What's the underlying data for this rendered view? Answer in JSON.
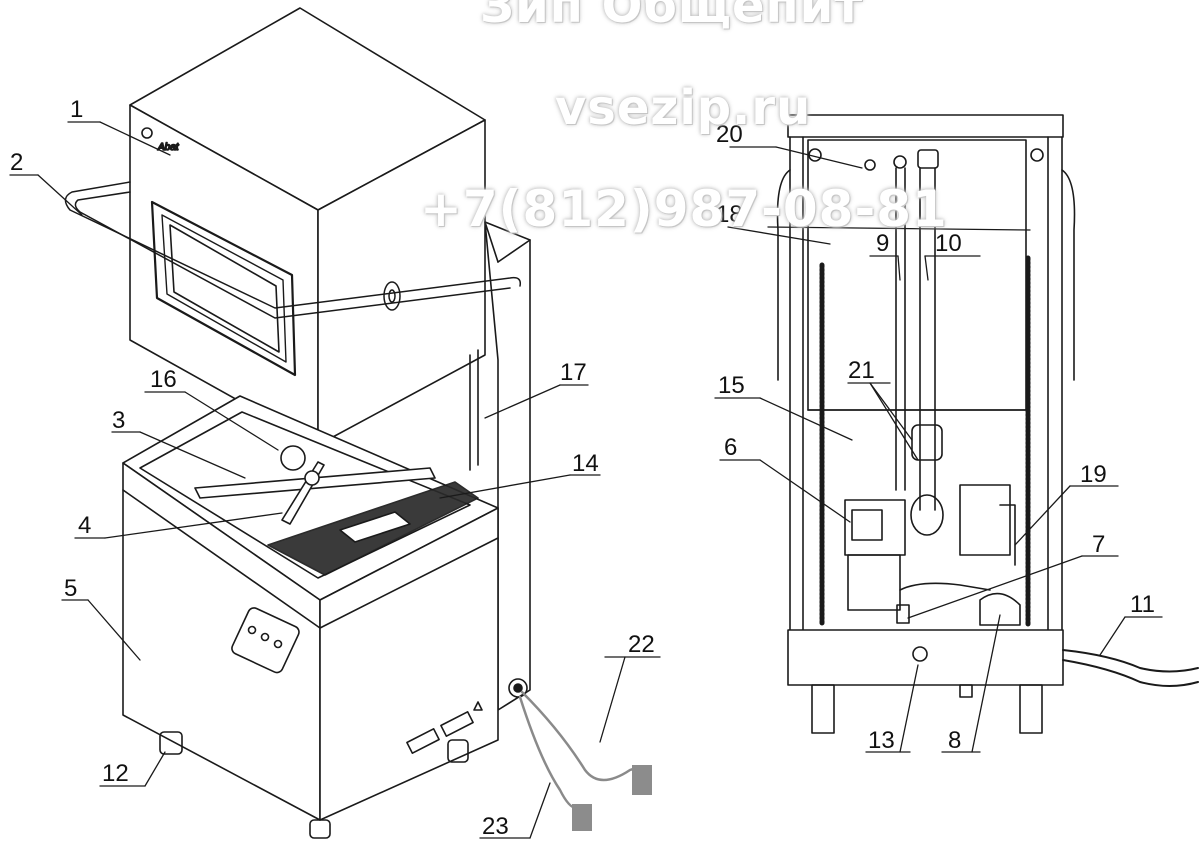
{
  "watermark": {
    "line1": "Зип Общепит",
    "line2": "vsezip.ru",
    "line3": "+7(812)987-08-81"
  },
  "brand_logo_text": "Abat",
  "callouts": {
    "c1": "1",
    "c2": "2",
    "c3": "3",
    "c4": "4",
    "c5": "5",
    "c12": "12",
    "c14": "14",
    "c16": "16",
    "c17": "17",
    "c22": "22",
    "c23": "23",
    "c20": "20",
    "c18": "18",
    "c9": "9",
    "c10": "10",
    "c15": "15",
    "c21": "21",
    "c6": "6",
    "c19": "19",
    "c7": "7",
    "c11": "11",
    "c13": "13",
    "c8": "8"
  },
  "colors": {
    "line": "#1a1a1a",
    "hose": "#8a8a8a",
    "plug": "#8c8c8c",
    "watermark_outline": "#c4c4c4"
  }
}
